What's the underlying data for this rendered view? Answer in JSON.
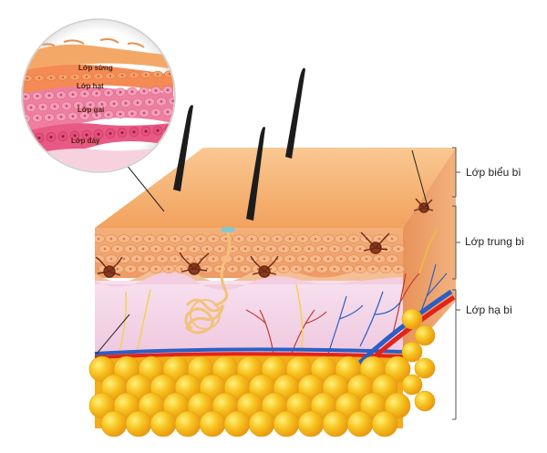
{
  "labels": {
    "inset": {
      "stratum_corneum": "Lớp sừng",
      "stratum_granulosum": "Lớp hạt",
      "stratum_spinosum": "Lớp gai",
      "stratum_basale": "Lớp đáy"
    },
    "side": {
      "epidermis": "Lớp biểu bì",
      "dermis": "Lớp trung bì",
      "hypodermis": "Lớp hạ bì"
    }
  },
  "colors": {
    "epidermis": "#f6b070",
    "dermis_cells": "#f2a678",
    "dermis_pink": "#f3d4e8",
    "fat": "#f6b21a",
    "artery": "#e2231a",
    "vein": "#2b5fc4",
    "hair": "#1c1c1c",
    "melanocyte": "#8a3a1e"
  },
  "icons": [
    "hair-icon",
    "melanocyte-icon",
    "sweat-gland-icon",
    "blood-vessel-icon",
    "fat-cell-icon"
  ]
}
